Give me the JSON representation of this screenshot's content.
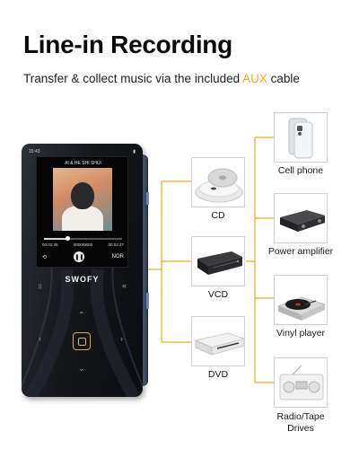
{
  "heading": {
    "title": "Line-in Recording",
    "subtitle_before": "Transfer & collect music via the included ",
    "subtitle_accent": "AUX",
    "subtitle_after": " cable",
    "accent_color": "#f0a81e"
  },
  "player": {
    "status_left": "15:43",
    "status_right": "▮",
    "track_name": "AI & HE SHI SHUI",
    "time_elapsed": "00:02:45",
    "time_track": "0000/0000",
    "time_total": "00:02:47",
    "repeat_icon": "⟲",
    "play_icon": "❚❚",
    "eq_mode": "NOR",
    "brand": "SWOFY",
    "progress_fraction": 0.3,
    "menu_icon": "⠿",
    "rewind_icon": "«",
    "left_icon": "‹",
    "right_icon": "›",
    "down_icon": "⌄"
  },
  "sources_left": [
    {
      "name": "CD",
      "icon": "cd-player-icon"
    },
    {
      "name": "VCD",
      "icon": "vcd-player-icon"
    },
    {
      "name": "DVD",
      "icon": "dvd-player-icon"
    }
  ],
  "sources_right": [
    {
      "name": "Cell phone",
      "icon": "cell-phone-icon"
    },
    {
      "name": "Power amplifier",
      "icon": "power-amplifier-icon"
    },
    {
      "name": "Vinyl player",
      "icon": "vinyl-player-icon"
    },
    {
      "name": "Radio/Tape",
      "name_line2": "Drives",
      "icon": "radio-tape-icon"
    }
  ]
}
